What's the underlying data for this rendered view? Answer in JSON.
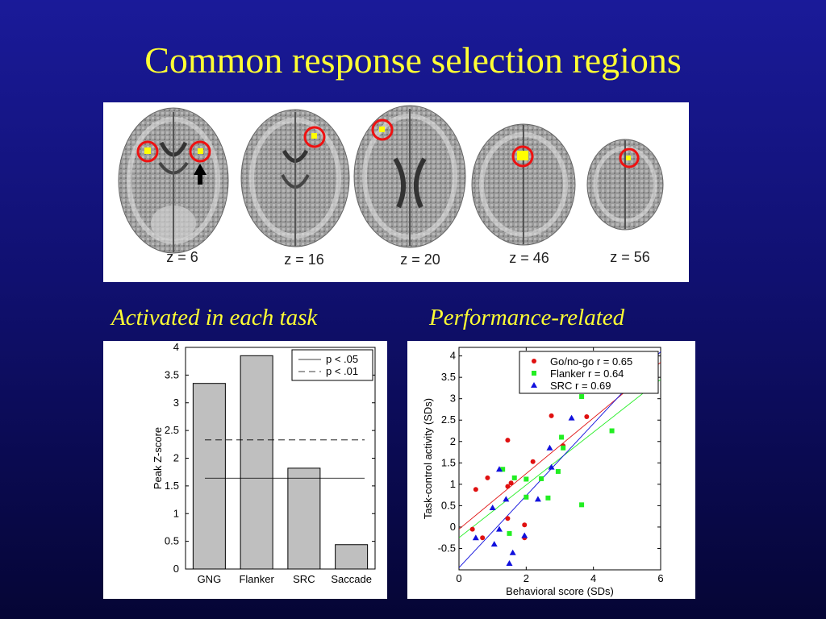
{
  "slide": {
    "title": "Common response selection regions",
    "left_caption": "Activated in each task",
    "right_caption": "Performance-related"
  },
  "brain_slices": [
    {
      "label": "z = 6"
    },
    {
      "label": "z = 16"
    },
    {
      "label": "z = 20"
    },
    {
      "label": "z = 46"
    },
    {
      "label": "z = 56"
    }
  ],
  "colors": {
    "title": "#ffff33",
    "marker_circle": "#ee1111",
    "activation": "#ffff00",
    "bar_fill": "#bfbfbf",
    "go_nogo": "#e01010",
    "flanker": "#22ee22",
    "src": "#1010dd"
  },
  "chart_data": [
    {
      "type": "bar",
      "categories": [
        "GNG",
        "Flanker",
        "SRC",
        "Saccade"
      ],
      "values": [
        3.35,
        3.85,
        1.82,
        0.44
      ],
      "xlabel": "",
      "ylabel": "Peak Z-score",
      "ylim": [
        0,
        4
      ],
      "yticks": [
        "0",
        "0.5",
        "1",
        "1.5",
        "2",
        "2.5",
        "3",
        "3.5",
        "4"
      ],
      "reference_lines": [
        {
          "name": "p < .05",
          "value": 1.64,
          "style": "solid"
        },
        {
          "name": "p < .01",
          "value": 2.33,
          "style": "dashed"
        }
      ],
      "legend": "top-right",
      "grid": false
    },
    {
      "type": "scatter",
      "xlabel": "Behavioral score (SDs)",
      "ylabel": "Task-control activity (SDs)",
      "xlim": [
        0,
        6
      ],
      "ylim": [
        -1,
        4.2
      ],
      "xticks": [
        "0",
        "2",
        "4",
        "6"
      ],
      "yticks": [
        "-0.5",
        "0",
        "0.5",
        "1",
        "1.5",
        "2",
        "2.5",
        "3",
        "3.5",
        "4"
      ],
      "legend": "top-right",
      "grid": false,
      "series": [
        {
          "name": "Go/no-go r = 0.65",
          "marker": "circle",
          "points": [
            [
              0.4,
              -0.05
            ],
            [
              0.5,
              0.88
            ],
            [
              0.7,
              -0.25
            ],
            [
              0.85,
              1.15
            ],
            [
              1.45,
              2.03
            ],
            [
              1.45,
              0.95
            ],
            [
              1.55,
              1.03
            ],
            [
              1.95,
              0.05
            ],
            [
              1.95,
              -0.25
            ],
            [
              2.2,
              1.53
            ],
            [
              2.75,
              2.6
            ],
            [
              3.1,
              1.9
            ],
            [
              3.8,
              2.58
            ],
            [
              1.45,
              0.2
            ]
          ],
          "fit": [
            [
              0,
              -0.05
            ],
            [
              6,
              3.85
            ]
          ]
        },
        {
          "name": "Flanker r = 0.64",
          "marker": "square",
          "points": [
            [
              1.3,
              1.35
            ],
            [
              1.5,
              -0.15
            ],
            [
              1.65,
              1.15
            ],
            [
              2.0,
              0.7
            ],
            [
              2.0,
              1.12
            ],
            [
              2.45,
              1.13
            ],
            [
              2.65,
              0.68
            ],
            [
              2.95,
              1.3
            ],
            [
              3.05,
              2.1
            ],
            [
              3.1,
              1.85
            ],
            [
              3.65,
              3.05
            ],
            [
              3.65,
              0.52
            ],
            [
              4.55,
              2.25
            ]
          ],
          "fit": [
            [
              0,
              -0.25
            ],
            [
              6,
              3.45
            ]
          ]
        },
        {
          "name": "SRC r = 0.69",
          "marker": "triangle",
          "points": [
            [
              0.5,
              -0.25
            ],
            [
              1.0,
              0.45
            ],
            [
              1.05,
              -0.4
            ],
            [
              1.2,
              1.35
            ],
            [
              1.2,
              -0.05
            ],
            [
              1.4,
              0.65
            ],
            [
              1.5,
              -0.85
            ],
            [
              1.6,
              -0.6
            ],
            [
              1.95,
              -0.2
            ],
            [
              2.35,
              0.65
            ],
            [
              2.7,
              1.85
            ],
            [
              2.75,
              1.4
            ],
            [
              3.35,
              2.55
            ]
          ],
          "fit": [
            [
              0,
              -0.95
            ],
            [
              6,
              4.1
            ]
          ]
        }
      ]
    }
  ]
}
